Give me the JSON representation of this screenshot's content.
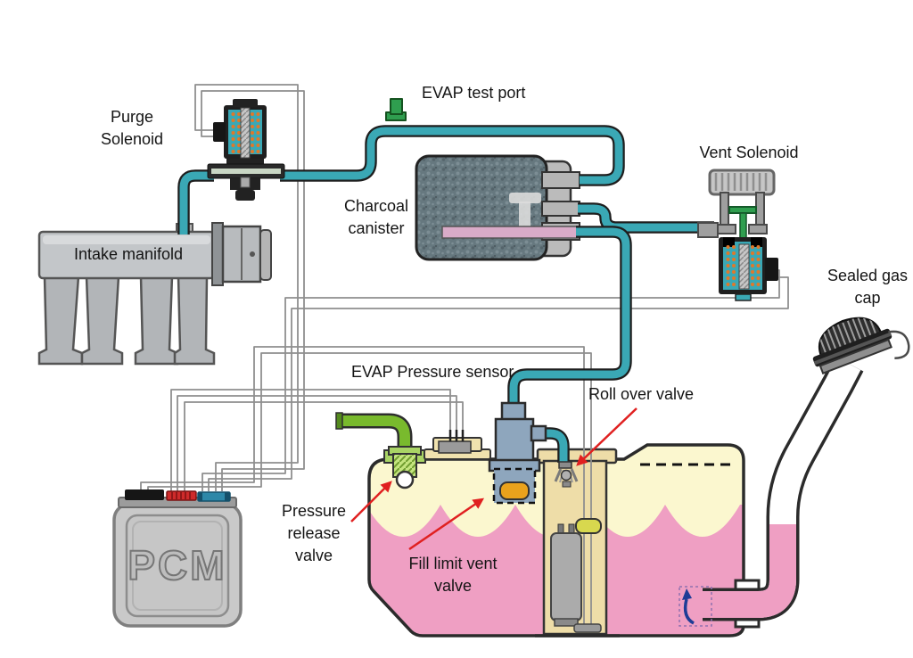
{
  "labels": {
    "purge_solenoid": {
      "line1": "Purge",
      "line2": "Solenoid"
    },
    "evap_test_port": "EVAP test port",
    "charcoal_canister": {
      "line1": "Charcoal",
      "line2": "canister"
    },
    "vent_solenoid": "Vent Solenoid",
    "intake_manifold": "Intake manifold",
    "sealed_gas_cap": {
      "line1": "Sealed gas",
      "line2": "cap"
    },
    "evap_pressure_sensor": "EVAP Pressure sensor",
    "roll_over_valve": "Roll over valve",
    "pressure_release_valve": {
      "line1": "Pressure",
      "line2": "release",
      "line3": "valve"
    },
    "fill_limit_vent_valve": {
      "line1": "Fill limit vent",
      "line2": "valve"
    },
    "pcm": "PCM"
  },
  "colors": {
    "teal_tube": "#3aa8b5",
    "tube_outline": "#1e1e1e",
    "fuel_pink": "#ef9fc3",
    "vapor_cream": "#fbf7cf",
    "tank_outline": "#2b2b2b",
    "module_tan": "#eedda8",
    "canister_slate": "#66787f",
    "canister_cap_gray": "#bbbbbb",
    "canister_inner_pink": "#d9abc8",
    "valve_green": "#2f9e4f",
    "prv_green": "#79ba2d",
    "coil_orange": "#e0782a",
    "flvv_blue_gray": "#8ea6bd",
    "flvv_orange": "#eaa21c",
    "float_yellow": "#d8d84e",
    "wire_gray": "#8f8f8f",
    "arrow_red": "#e02020",
    "pcm_gray": "#c9c9c9",
    "pcm_connector_red": "#cf2b2b",
    "pcm_connector_blue": "#2d88a8",
    "check_arrow_navy": "#1e3c96"
  }
}
